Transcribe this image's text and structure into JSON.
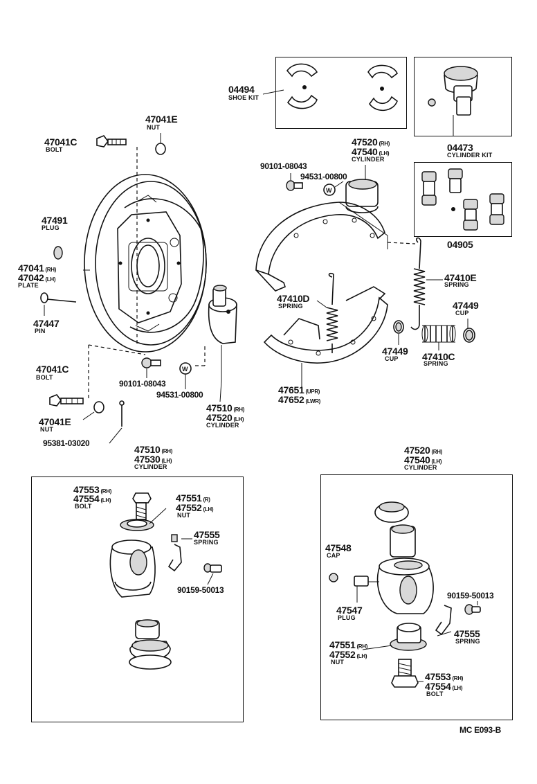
{
  "diagram": {
    "code": "MC  E093-B",
    "groups": {
      "shoe_kit": {
        "number": "04494",
        "name": "SHOE KIT"
      },
      "cylinder_kit": {
        "number": "04473",
        "name": "CYLINDER KIT"
      },
      "cylinder_kit_2": {
        "number": "04905"
      },
      "bolt_top": {
        "number": "47041C",
        "name": "BOLT"
      },
      "nut_top": {
        "number": "47041E",
        "name": "NUT"
      },
      "plug": {
        "number": "47491",
        "name": "PLUG"
      },
      "plate": {
        "number_1": "47041",
        "side_1": "(RH)",
        "number_2": "47042",
        "side_2": "(LH)",
        "name": "PLATE"
      },
      "pin": {
        "number": "47447",
        "name": "PIN"
      },
      "bolt_bottom": {
        "number": "47041C",
        "name": "BOLT"
      },
      "nut_bottom": {
        "number": "47041E",
        "name": "NUT"
      },
      "cotter": {
        "number": "95381-03020"
      },
      "washer_bolt_bottom": {
        "number": "90101-08043"
      },
      "washer_bottom": {
        "number": "94531-00800"
      },
      "cylinder_front": {
        "number_1": "47510",
        "side_1": "(RH)",
        "number_2": "47520",
        "side_2": "(LH)",
        "name": "CYLINDER"
      },
      "washer_bolt_top": {
        "number": "90101-08043"
      },
      "washer_top": {
        "number": "94531-00800"
      },
      "cylinder_rear": {
        "number_1": "47520",
        "side_1": "(RH)",
        "number_2": "47540",
        "side_2": "(LH)",
        "name": "CYLINDER"
      },
      "spring_d": {
        "number": "47410D",
        "name": "SPRING"
      },
      "spring_e": {
        "number": "47410E",
        "name": "SPRING"
      },
      "cup_right": {
        "number": "47449",
        "name": "CUP"
      },
      "cup_left": {
        "number": "47449",
        "name": "CUP"
      },
      "spring_c": {
        "number": "47410C",
        "name": "SPRING"
      },
      "shoe": {
        "number_1": "47651",
        "side_1": "(UPR)",
        "number_2": "47652",
        "side_2": "(LWR)"
      }
    },
    "detail_left": {
      "title_1": "47510",
      "side_1": "(RH)",
      "title_2": "47530",
      "side_2": "(LH)",
      "name": "CYLINDER",
      "bolt": {
        "number_1": "47553",
        "side_1": "(RH)",
        "number_2": "47554",
        "side_2": "(LH)",
        "name": "BOLT"
      },
      "nut": {
        "number_1": "47551",
        "side_1": "(R)",
        "number_2": "47552",
        "side_2": "(LH)",
        "name": "NUT"
      },
      "spring": {
        "number": "47555",
        "name": "SPRING"
      },
      "bleeder": {
        "number": "90159-50013"
      }
    },
    "detail_right": {
      "title_1": "47520",
      "side_1": "(RH)",
      "title_2": "47540",
      "side_2": "(LH)",
      "name": "CYLINDER",
      "cap": {
        "number": "47548",
        "name": "CAP"
      },
      "plug": {
        "number": "47547",
        "name": "PLUG"
      },
      "bleeder": {
        "number": "90159-50013"
      },
      "spring": {
        "number": "47555",
        "name": "SPRING"
      },
      "nut": {
        "number_1": "47551",
        "side_1": "(RH)",
        "number_2": "47552",
        "side_2": "(LH)",
        "name": "NUT"
      },
      "bolt": {
        "number_1": "47553",
        "side_1": "(RH)",
        "number_2": "47554",
        "side_2": "(LH)",
        "name": "BOLT"
      }
    }
  }
}
